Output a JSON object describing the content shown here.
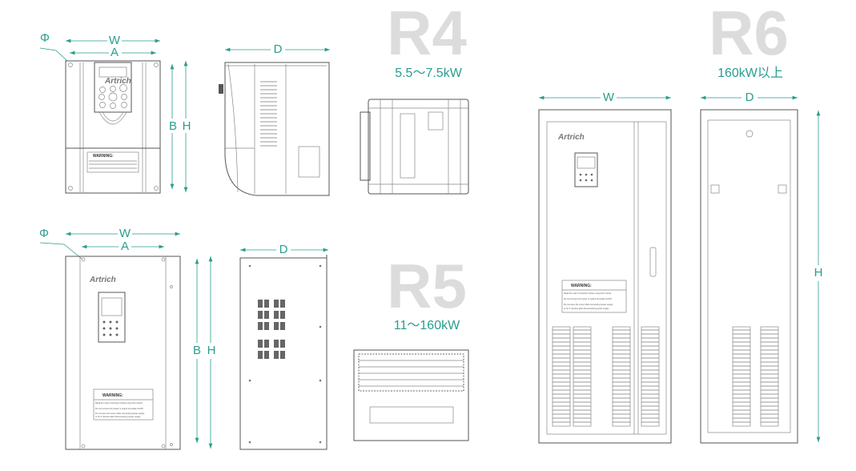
{
  "models": [
    {
      "name": "R4",
      "power": "5.5～7.5kW"
    },
    {
      "name": "R5",
      "power": "11～160kW"
    },
    {
      "name": "R6",
      "power": "160kW以上"
    }
  ],
  "dimensions": {
    "width": "W",
    "mount_width": "A",
    "hole": "Φ",
    "mount_height": "B",
    "height": "H",
    "depth": "D"
  },
  "brand": "Artrich",
  "warning": {
    "title": "WARNING:",
    "lines": [
      "Read the user's instruction before using the inverter",
      "Do not connect AC power to output terminals U/V/W",
      "Do not open the cover while connecting power supply",
      "or for 5 minutes after disconnecting power supply"
    ]
  },
  "colors": {
    "accent": "#2a9d8f",
    "label_gray": "#dcdcdc"
  }
}
